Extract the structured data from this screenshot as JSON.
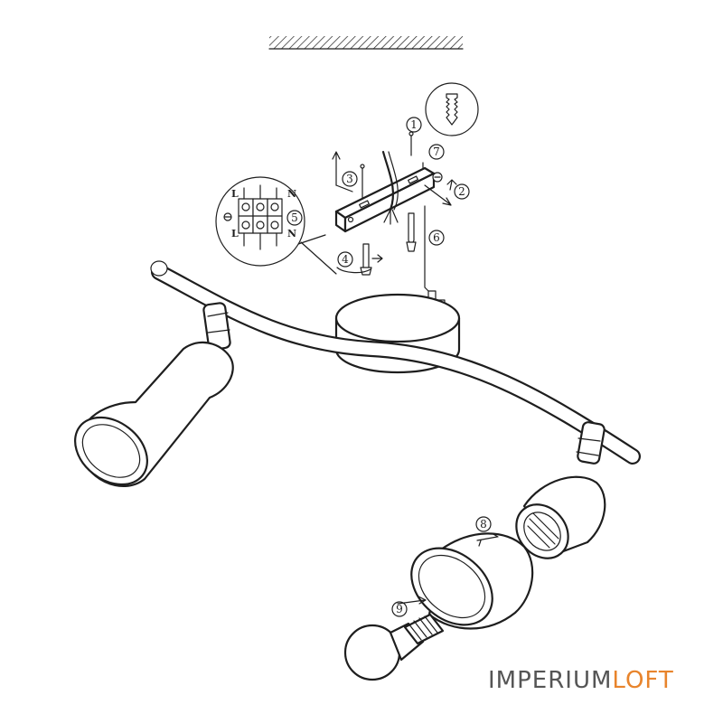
{
  "diagram": {
    "steps": [
      {
        "id": "step-1",
        "label": "1"
      },
      {
        "id": "step-2",
        "label": "2"
      },
      {
        "id": "step-3",
        "label": "3"
      },
      {
        "id": "step-4",
        "label": "4"
      },
      {
        "id": "step-5",
        "label": "5"
      },
      {
        "id": "step-6",
        "label": "6"
      },
      {
        "id": "step-7",
        "label": "7"
      },
      {
        "id": "step-8",
        "label": "8"
      },
      {
        "id": "step-9",
        "label": "9"
      }
    ],
    "terminal_labels": {
      "top_left": "L",
      "top_right": "N",
      "bottom_left": "L",
      "bottom_right": "N"
    }
  },
  "watermark": {
    "part1": "IMPERIUM",
    "part2": "LOFT",
    "color1": "#555555",
    "color2": "#e8842c"
  }
}
